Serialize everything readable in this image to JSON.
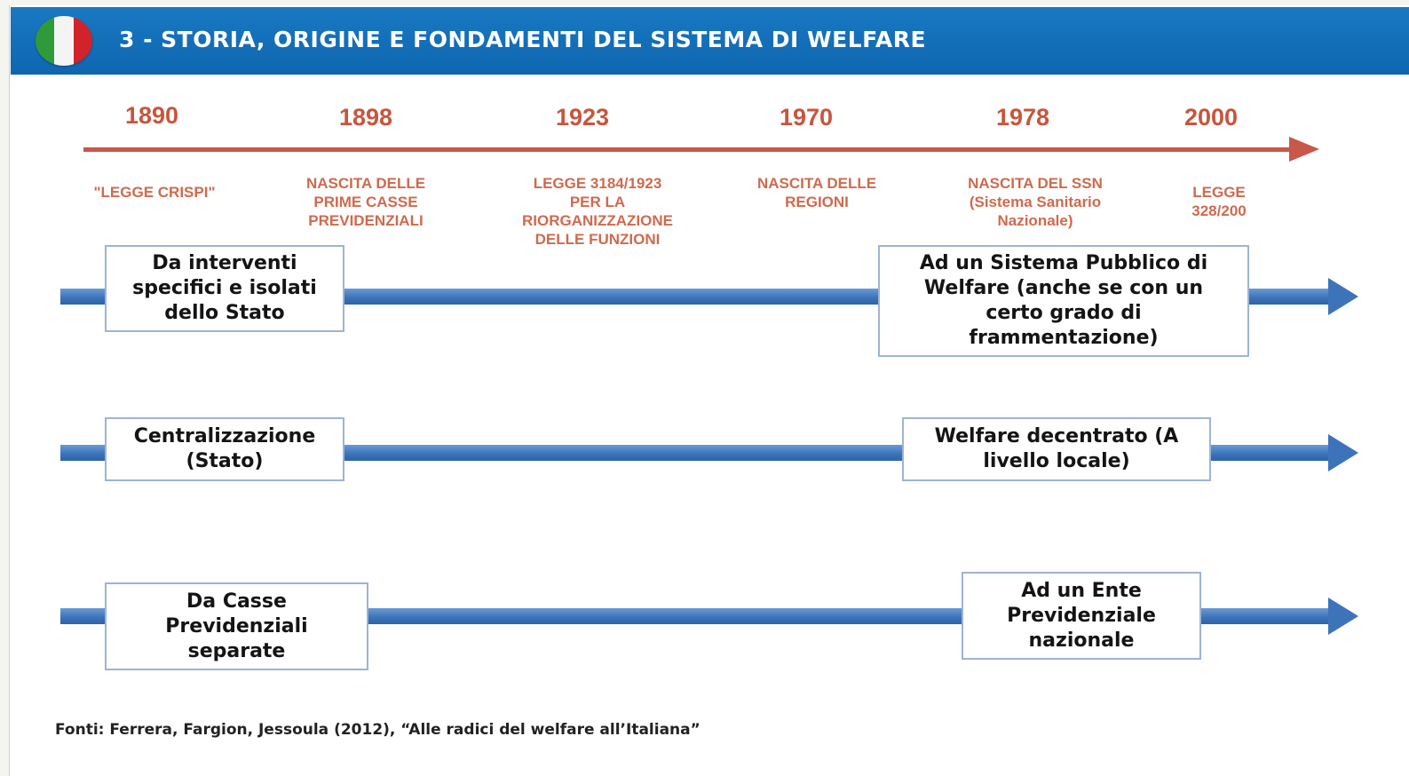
{
  "header": {
    "title": "3 - STORIA, ORIGINE E FONDAMENTI DEL SISTEMA DI WELFARE",
    "flag_icon": "italy-flag-icon",
    "accent_color": "#1172bd"
  },
  "timeline": {
    "line_color": "#c9574a",
    "milestones": [
      {
        "year": "1890",
        "event": "\"LEGGE CRISPI\""
      },
      {
        "year": "1898",
        "event": "NASCITA DELLE\nPRIME CASSE\nPREVIDENZIALI"
      },
      {
        "year": "1923",
        "event": "LEGGE 3184/1923\nPER LA\nRIORGANIZZAZIONE\nDELLE FUNZIONI"
      },
      {
        "year": "1970",
        "event": "NASCITA DELLE\nREGIONI"
      },
      {
        "year": "1978",
        "event": "NASCITA DEL SSN\n(Sistema Sanitario\nNazionale)"
      },
      {
        "year": "2000",
        "event": "LEGGE\n328/200"
      }
    ]
  },
  "transitions": [
    {
      "from": "Da interventi\nspecifici e isolati\ndello Stato",
      "to": "Ad un Sistema Pubblico di\nWelfare (anche se con un\ncerto grado di\nframmentazione)"
    },
    {
      "from": "Centralizzazione\n(Stato)",
      "to": "Welfare decentrato (A\nlivello locale)"
    },
    {
      "from": "Da Casse\nPrevidenziali\nseparate",
      "to": "Ad un Ente\nPrevidenziale\nnazionale"
    }
  ],
  "band_color": "#3a72b8",
  "source": "Fonti: Ferrera, Fargion, Jessoula (2012), “Alle radici del welfare all’Italiana”"
}
